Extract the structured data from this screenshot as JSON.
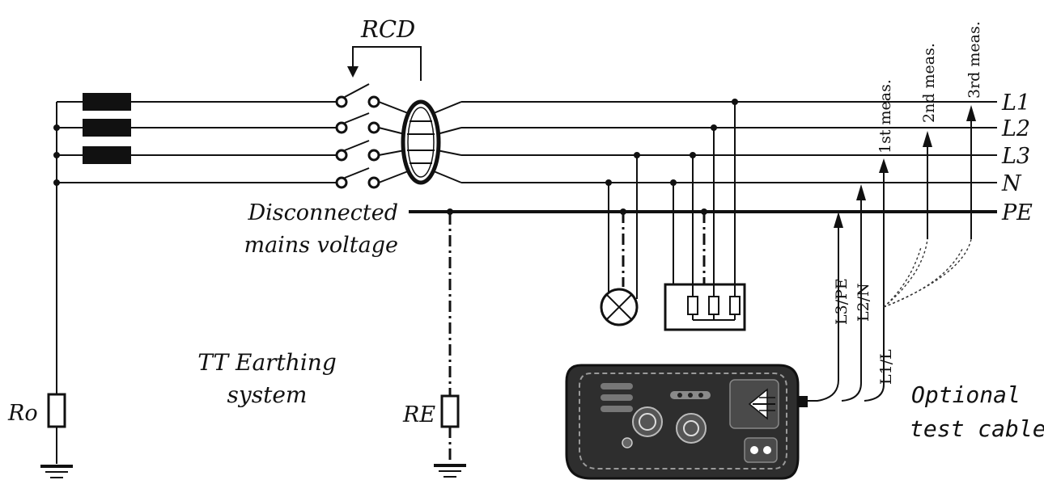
{
  "labels": {
    "rcd": "RCD",
    "l1": "L1",
    "l2": "L2",
    "l3": "L3",
    "n": "N",
    "pe": "PE",
    "disconnected_1": "Disconnected",
    "disconnected_2": "mains voltage",
    "tt_1": "TT Earthing",
    "tt_2": "system",
    "ro": "Ro",
    "re": "RE",
    "optional_1": "Optional",
    "optional_2": "test cable!",
    "meas1": "1st meas.",
    "meas2": "2nd meas.",
    "meas3": "3rd meas.",
    "lead_l3pe": "L3/PE",
    "lead_l2n": "L2/N",
    "lead_l1l": "L1/L"
  },
  "colors": {
    "line": "#111111",
    "tester_body": "#2e2e2e",
    "tester_panel": "#4a4a4a"
  }
}
